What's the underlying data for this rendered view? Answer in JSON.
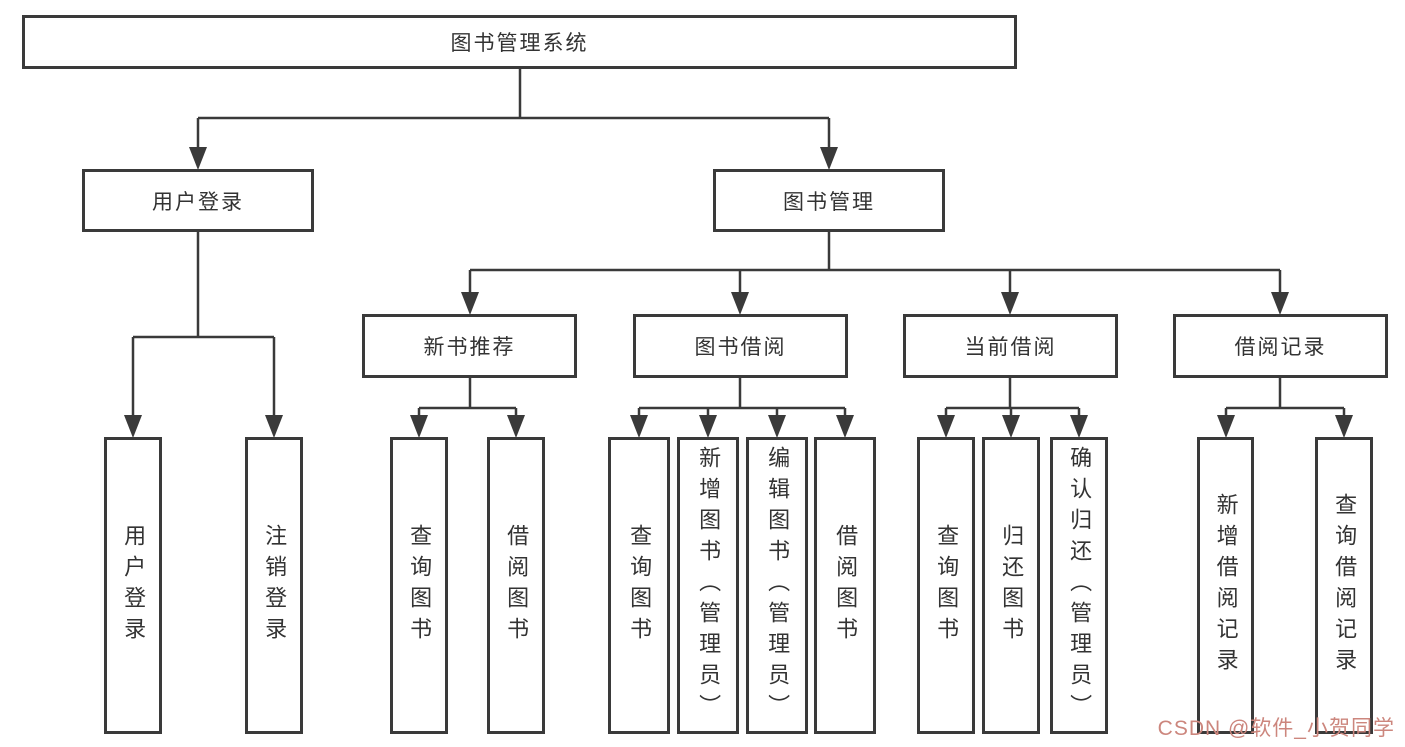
{
  "root": {
    "label": "图书管理系统"
  },
  "branches": {
    "user_login": {
      "label": "用户登录",
      "children": [
        {
          "label": "用户登录"
        },
        {
          "label": "注销登录"
        }
      ]
    },
    "book_mgmt": {
      "label": "图书管理",
      "children": [
        {
          "label": "新书推荐",
          "children": [
            {
              "label": "查询图书"
            },
            {
              "label": "借阅图书"
            }
          ]
        },
        {
          "label": "图书借阅",
          "children": [
            {
              "label": "查询图书"
            },
            {
              "label": "新增图书（管理员）"
            },
            {
              "label": "编辑图书（管理员）"
            },
            {
              "label": "借阅图书"
            }
          ]
        },
        {
          "label": "当前借阅",
          "children": [
            {
              "label": "查询图书"
            },
            {
              "label": "归还图书"
            },
            {
              "label": "确认归还（管理员）"
            }
          ]
        },
        {
          "label": "借阅记录",
          "children": [
            {
              "label": "新增借阅记录"
            },
            {
              "label": "查询借阅记录"
            }
          ]
        }
      ]
    }
  },
  "watermark": {
    "text": "CSDN @软件_小贺同学"
  },
  "colors": {
    "line": "#3a3a3a",
    "text": "#333333",
    "watermark": "#cc867d",
    "background": "#ffffff"
  }
}
